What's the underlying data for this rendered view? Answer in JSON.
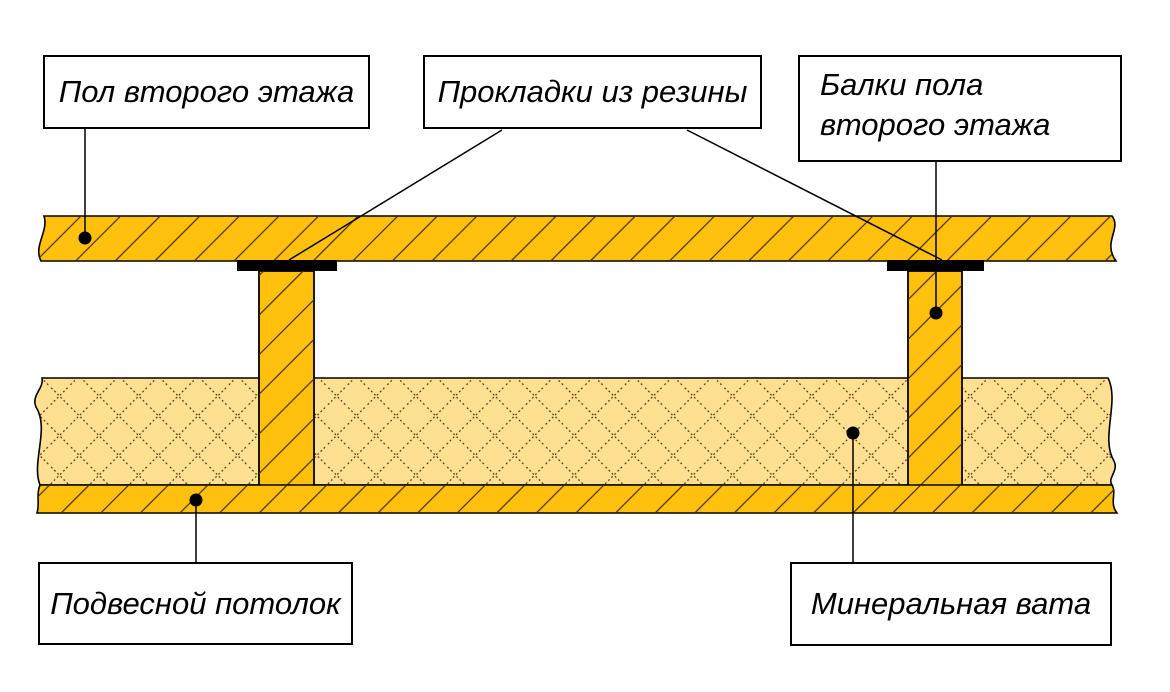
{
  "labels": {
    "floor": "Пол второго этажа",
    "gaskets": "Прокладки из резины",
    "beams": "Балки пола второго этажа",
    "ceiling": "Подвесной потолок",
    "wool": "Минеральная вата"
  },
  "colors": {
    "wood": "#FFC10E",
    "wool": "#FFE092",
    "hatch": "#462B06",
    "outline": "#000000",
    "pad": "#000000",
    "leader": "#000000",
    "box_background": "#FFFFFF",
    "box_border": "#000000"
  }
}
